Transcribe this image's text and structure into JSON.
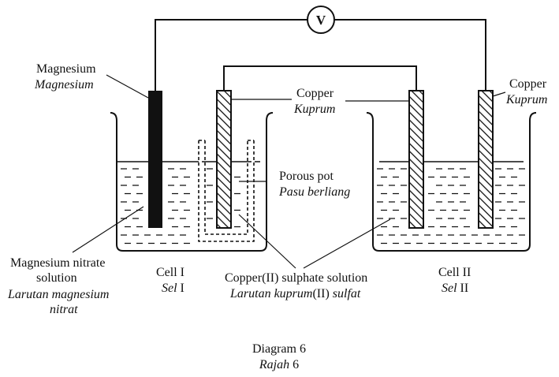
{
  "voltmeter": {
    "symbol": "V"
  },
  "labels": {
    "magnesium_en": "Magnesium",
    "magnesium_my": "Magnesium",
    "copper1_en": "Copper",
    "copper1_my": "Kuprum",
    "copper2_en": "Copper",
    "copper2_my": "Kuprum",
    "porous_en": "Porous pot",
    "porous_my": "Pasu berliang",
    "mgnitrate_en_1": "Magnesium nitrate",
    "mgnitrate_en_2": "solution",
    "mgnitrate_my_1": "Larutan magnesium",
    "mgnitrate_my_2": "nitrat",
    "cell1_en": "Cell I",
    "cell1_my_word": "Sel",
    "cell1_my_num": "I",
    "cuso4_en": "Copper(II) sulphate solution",
    "cuso4_my_1": "Larutan kuprum",
    "cuso4_my_2": "(II)",
    "cuso4_my_3": "sulfat",
    "cell2_en": "Cell II",
    "cell2_my_word": "Sel",
    "cell2_my_num": "II"
  },
  "caption": {
    "en_word": "Diagram",
    "my_word": "Rajah",
    "number": "6"
  },
  "colors": {
    "ink": "#111111",
    "background": "#ffffff"
  }
}
